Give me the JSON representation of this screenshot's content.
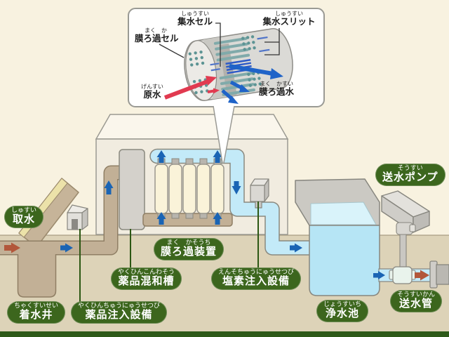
{
  "inset": {
    "labels": {
      "collect_cell": {
        "furigana": "しゅうすい",
        "main": "集水セル"
      },
      "collect_slit": {
        "furigana": "しゅうすい",
        "main": "集水スリット"
      },
      "membrane_cell": {
        "furigana": "まく　か",
        "main": "膜ろ過セル"
      },
      "raw_water": {
        "furigana": "げんすい",
        "main": "原水"
      },
      "filtered_water": {
        "furigana": "まく　かすい",
        "main": "膜ろ過水"
      }
    }
  },
  "facilities": {
    "intake": {
      "furigana": "しゅすい",
      "main": "取水"
    },
    "receiving_well": {
      "furigana": "ちゃくすいせい",
      "main": "着水井"
    },
    "chemical_injection": {
      "furigana": "やくひんちゅうにゅうせつび",
      "main": "薬品注入設備"
    },
    "chemical_mixing_tank": {
      "furigana": "やくひんこんわそう",
      "main": "薬品混和槽"
    },
    "membrane_filter_unit": {
      "furigana": "まく　かそうち",
      "main": "膜ろ過装置"
    },
    "chlorine_injection": {
      "furigana": "えんそちゅうにゅうせつび",
      "main": "塩素注入設備"
    },
    "clean_water_reservoir": {
      "furigana": "じょうすいち",
      "main": "浄水池"
    },
    "water_supply_pump": {
      "furigana": "そうすい",
      "main": "送水ポンプ"
    },
    "water_supply_main": {
      "furigana": "そうすいかん",
      "main": "送水管"
    }
  },
  "colors": {
    "background": "#f8f2e0",
    "ground": "#ddd3b8",
    "footer_bar": "#2e5a19",
    "label_green": "#3c661d",
    "pipe_tan": "#c2b096",
    "water_blue": "#c3eaf8",
    "pond_front": "#b6e5f5",
    "pond_surface": "#d9f3fa",
    "arrow_blue": "#1a64b4",
    "arrow_brown": "#b2573b",
    "raw_water_red": "#e13a50",
    "membrane_teal": "#5d9494"
  }
}
